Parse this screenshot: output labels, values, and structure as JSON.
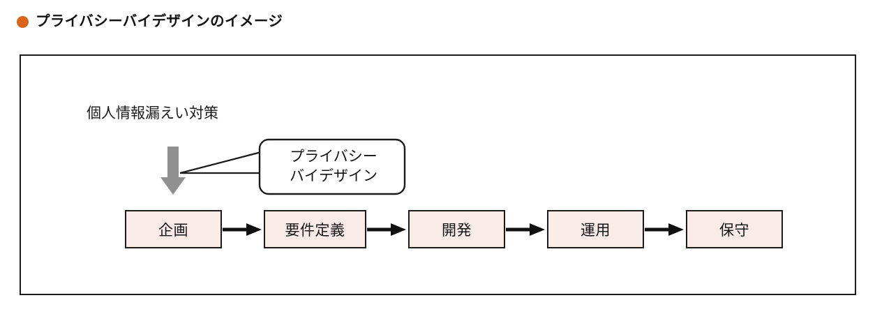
{
  "heading": {
    "bullet_icon": "filled-circle-bullet",
    "bullet_color": "#d9651a",
    "text": "プライバシーバイデザインのイメージ"
  },
  "diagram": {
    "measure_label": "個人情報漏えい対策",
    "arrow_icon": "down-arrow-icon",
    "arrow_color": "#909090",
    "callout": {
      "icon": "speech-balloon",
      "line1": "プライバシー",
      "line2": "バイデザイン"
    },
    "flow": {
      "connector_icon": "right-arrow-icon",
      "box_fill": "#f9ebe7",
      "box_border": "#1b1b1b",
      "steps": [
        {
          "label": "企画"
        },
        {
          "label": "要件定義"
        },
        {
          "label": "開発"
        },
        {
          "label": "運用"
        },
        {
          "label": "保守"
        }
      ]
    }
  }
}
